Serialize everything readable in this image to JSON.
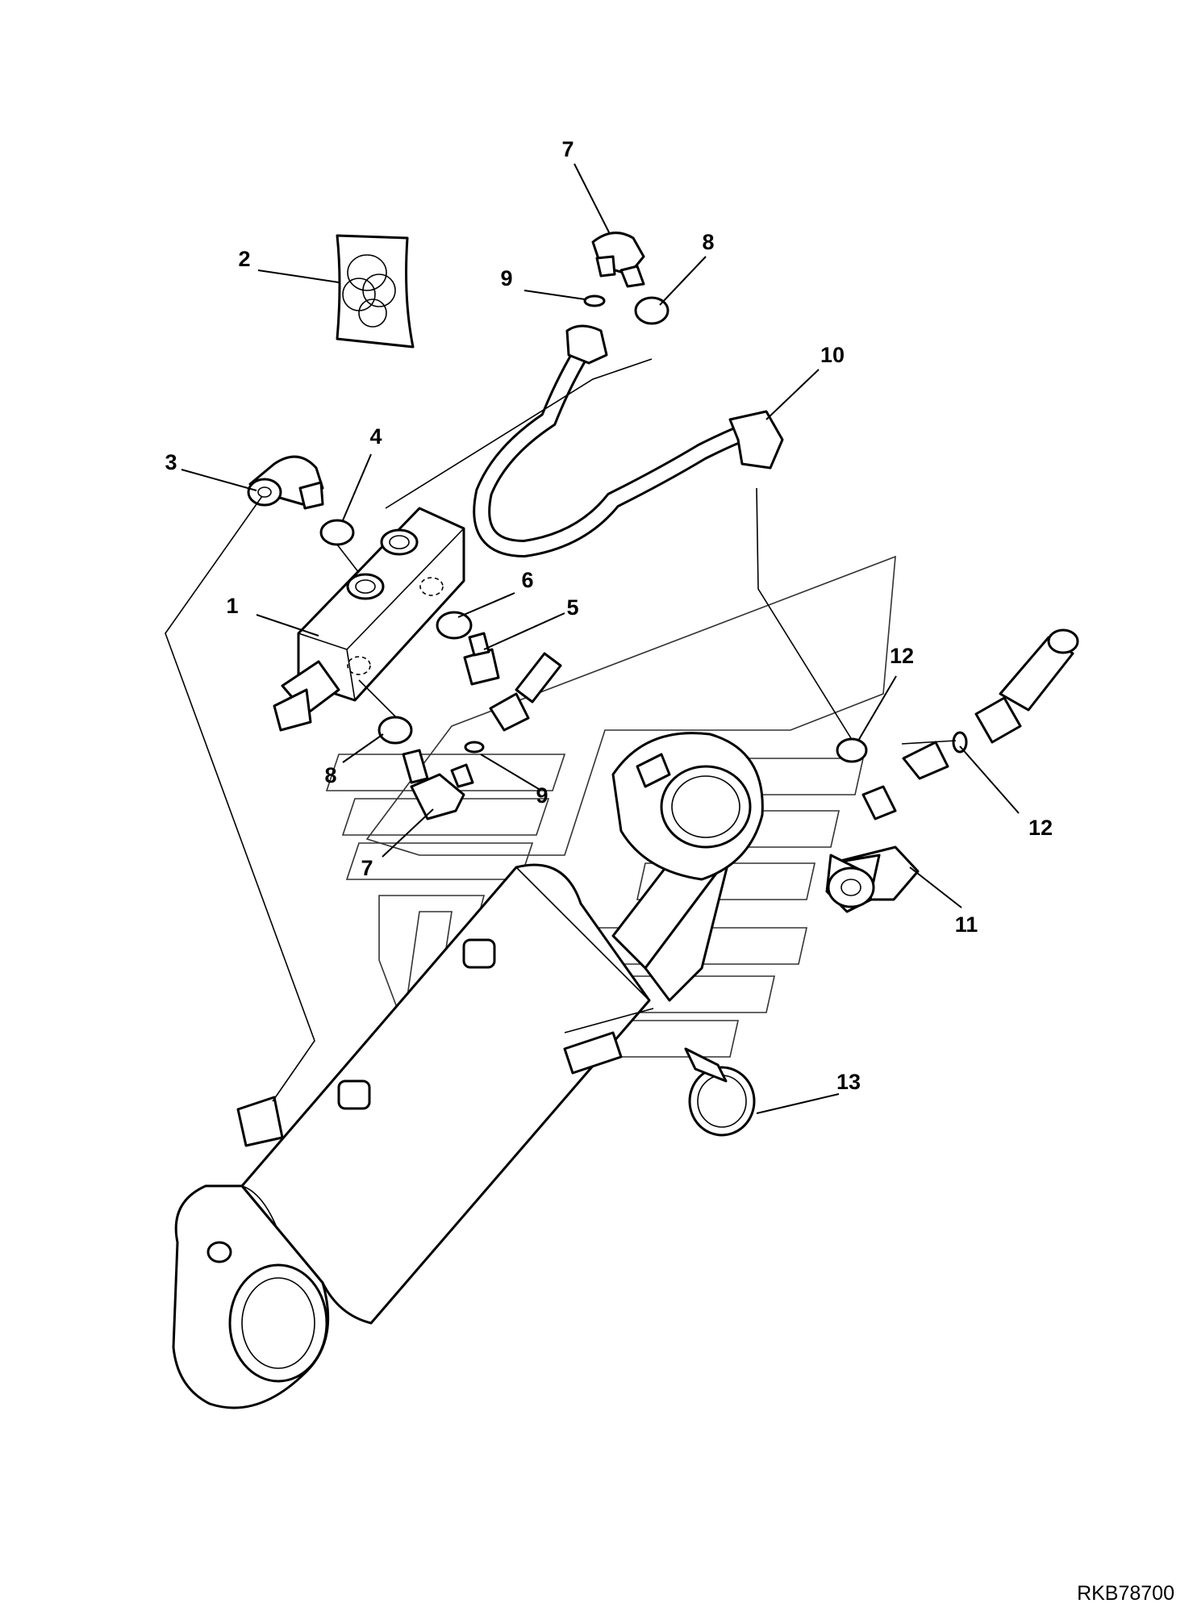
{
  "drawing_ref": "RKB78700",
  "callouts": {
    "c1": "1",
    "c2": "2",
    "c3": "3",
    "c4": "4",
    "c5": "5",
    "c6": "6",
    "c7a": "7",
    "c7b": "7",
    "c8a": "8",
    "c8b": "8",
    "c9a": "9",
    "c9b": "9",
    "c10": "10",
    "c11": "11",
    "c12a": "12",
    "c12b": "12",
    "c13": "13"
  }
}
